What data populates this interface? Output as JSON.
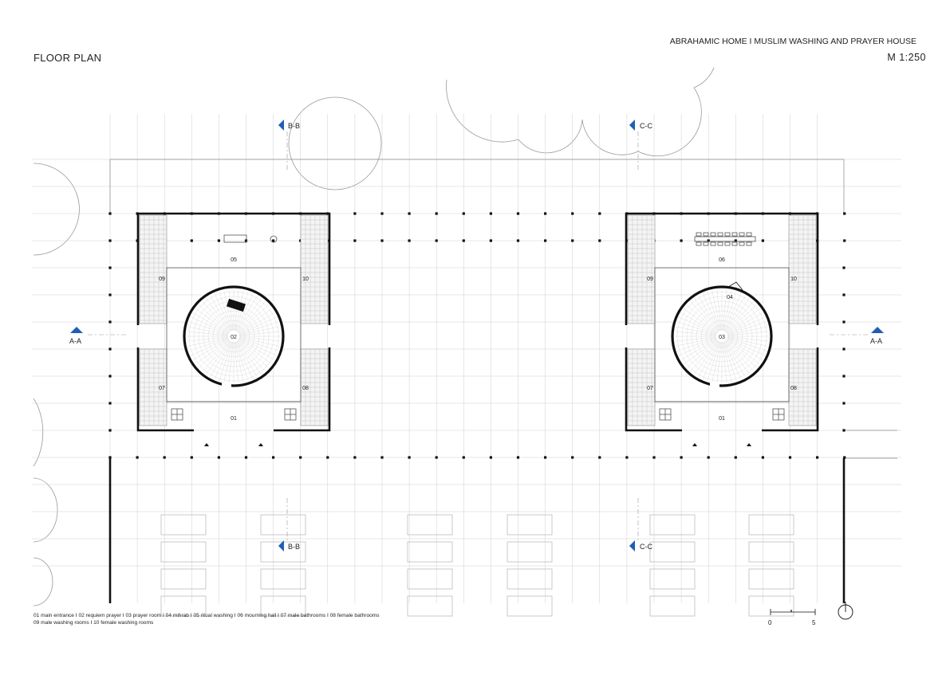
{
  "header": {
    "title": "FLOOR PLAN",
    "project": "ABRAHAMIC HOME I MUSLIM WASHING AND PRAYER HOUSE",
    "scale": "M 1:250"
  },
  "section_markers": {
    "aa": "A-A",
    "bb": "B-B",
    "cc": "C-C"
  },
  "rooms": {
    "left": [
      "01",
      "02",
      "05",
      "07",
      "08",
      "09",
      "10"
    ],
    "right": [
      "01",
      "03",
      "04",
      "06",
      "07",
      "08",
      "09",
      "10"
    ]
  },
  "legend": {
    "line1": "01 main entrance I 02 requiem prayer I 03 prayer room I 04 mihrab I 05 ritual washing I 06 mourning hall I 07 male bathrooms I 08 female bathrooms",
    "line2": "09 male washing rooms I 10 female washing rooms"
  },
  "scalebar": {
    "start": "0",
    "end": "5"
  },
  "colors": {
    "marker": "#1f5fb4",
    "ink": "#111111",
    "grid": "#d0d0d0"
  },
  "icons": [
    "section-marker-arrow-icon",
    "north-arrow-icon",
    "tree-canopy-icon"
  ]
}
